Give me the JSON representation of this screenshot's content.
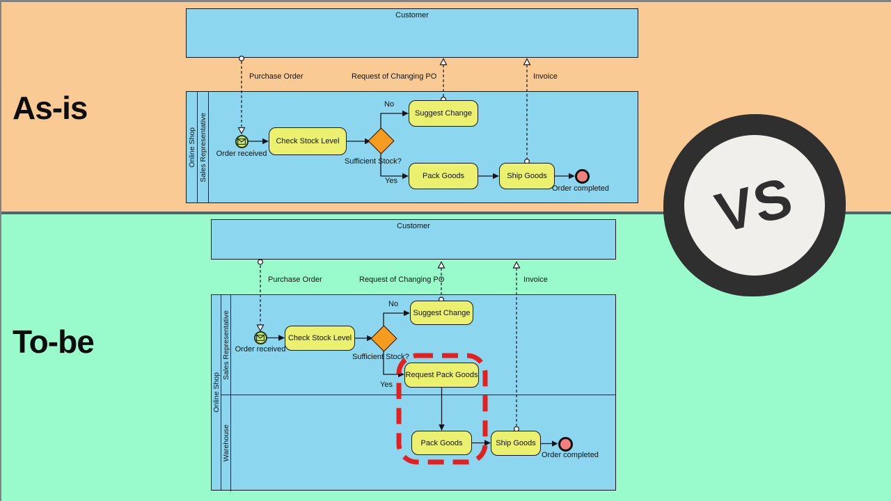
{
  "slide": {
    "as_is_title": "As-is",
    "to_be_title": "To-be",
    "vs_label": "VS"
  },
  "colors": {
    "as_is_bg": "#FACA94",
    "to_be_bg": "#99FACC",
    "divider": "#55616D",
    "pool_fill": "#8CD6F0",
    "task_fill": "#EBF06F",
    "gateway_fill": "#F59B20",
    "start_event_fill": "#CCEA70",
    "end_event_fill": "#F08080",
    "highlight_red": "#E32020",
    "badge_ring": "#2F2F2F",
    "badge_inner": "#F1EFEC"
  },
  "as_is": {
    "customer_pool": "Customer",
    "pool": {
      "name": "Online Shop",
      "lanes": [
        "Sales Representative"
      ]
    },
    "message_flows": [
      "Purchase Order",
      "Request of Changing PO",
      "Invoice"
    ],
    "start_event": "Order received",
    "tasks": {
      "check": "Check Stock Level",
      "suggest": "Suggest Change",
      "pack": "Pack Goods",
      "ship": "Ship Goods"
    },
    "gateway": "Sufficient Stock?",
    "branch_no": "No",
    "branch_yes": "Yes",
    "end_event": "Order completed"
  },
  "to_be": {
    "customer_pool": "Customer",
    "pool": {
      "name": "Online Shop",
      "lanes": [
        "Sales Representative",
        "Warehouse"
      ]
    },
    "message_flows": [
      "Purchase Order",
      "Request of Changing PO",
      "Invoice"
    ],
    "start_event": "Order received",
    "tasks": {
      "check": "Check Stock Level",
      "suggest": "Suggest Change",
      "request_pack": "Request Pack Goods",
      "pack": "Pack Goods",
      "ship": "Ship Goods"
    },
    "gateway": "Sufficient Stock?",
    "branch_no": "No",
    "branch_yes": "Yes",
    "end_event": "Order completed"
  }
}
